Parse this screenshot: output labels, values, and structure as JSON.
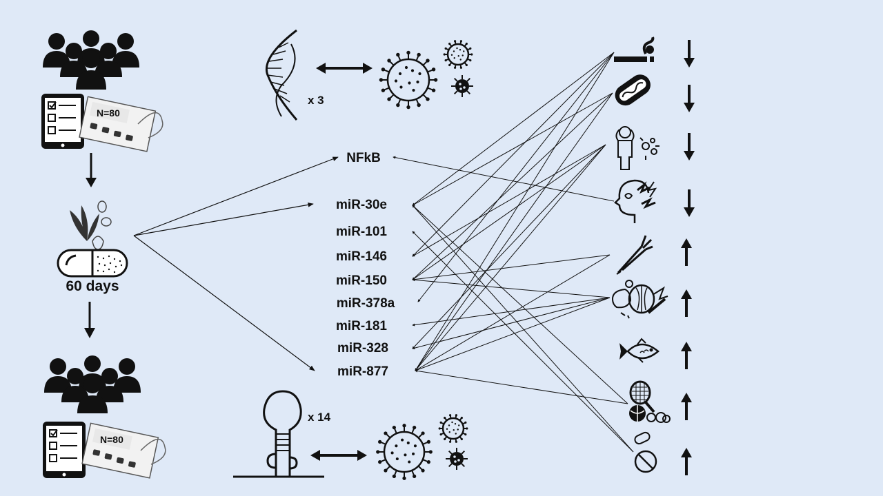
{
  "study": {
    "sample_size_label": "N=80",
    "duration_label": "60 days"
  },
  "dna": {
    "multiplier": "x 3"
  },
  "mirna": {
    "multiplier": "x 14"
  },
  "targets": {
    "nfkb": "NFkB",
    "mirnas": [
      "miR-30e",
      "miR-101",
      "miR-146",
      "miR-150",
      "miR-378a",
      "miR-181",
      "miR-328",
      "miR-877"
    ]
  },
  "factors": [
    {
      "icon": "smoking-icon",
      "direction": "down"
    },
    {
      "icon": "hotdog-icon",
      "direction": "down"
    },
    {
      "icon": "stress-icon",
      "direction": "down"
    },
    {
      "icon": "headache-icon",
      "direction": "down"
    },
    {
      "icon": "vegetables-icon",
      "direction": "up"
    },
    {
      "icon": "fruit-vegetable-basket-icon",
      "direction": "up"
    },
    {
      "icon": "fish-icon",
      "direction": "up"
    },
    {
      "icon": "sports-icon",
      "direction": "up"
    },
    {
      "icon": "pills-icon",
      "direction": "up"
    }
  ],
  "links": [
    {
      "factor": 0,
      "target": "miR-30e"
    },
    {
      "factor": 0,
      "target": "miR-146"
    },
    {
      "factor": 0,
      "target": "miR-378a"
    },
    {
      "factor": 0,
      "target": "miR-877"
    },
    {
      "factor": 1,
      "target": "miR-30e"
    },
    {
      "factor": 1,
      "target": "miR-150"
    },
    {
      "factor": 1,
      "target": "miR-877"
    },
    {
      "factor": 2,
      "target": "miR-146"
    },
    {
      "factor": 2,
      "target": "miR-150"
    },
    {
      "factor": 2,
      "target": "miR-328"
    },
    {
      "factor": 2,
      "target": "miR-877"
    },
    {
      "factor": 3,
      "target": "NFkB"
    },
    {
      "factor": 4,
      "target": "miR-150"
    },
    {
      "factor": 4,
      "target": "miR-877"
    },
    {
      "factor": 5,
      "target": "miR-150"
    },
    {
      "factor": 5,
      "target": "miR-181"
    },
    {
      "factor": 5,
      "target": "miR-328"
    },
    {
      "factor": 5,
      "target": "miR-877"
    },
    {
      "factor": 7,
      "target": "miR-30e"
    },
    {
      "factor": 7,
      "target": "miR-877"
    },
    {
      "factor": 8,
      "target": "miR-30e"
    },
    {
      "factor": 8,
      "target": "miR-101"
    }
  ],
  "intervention_links": [
    "NFkB",
    "miR-30e",
    "miR-877"
  ]
}
